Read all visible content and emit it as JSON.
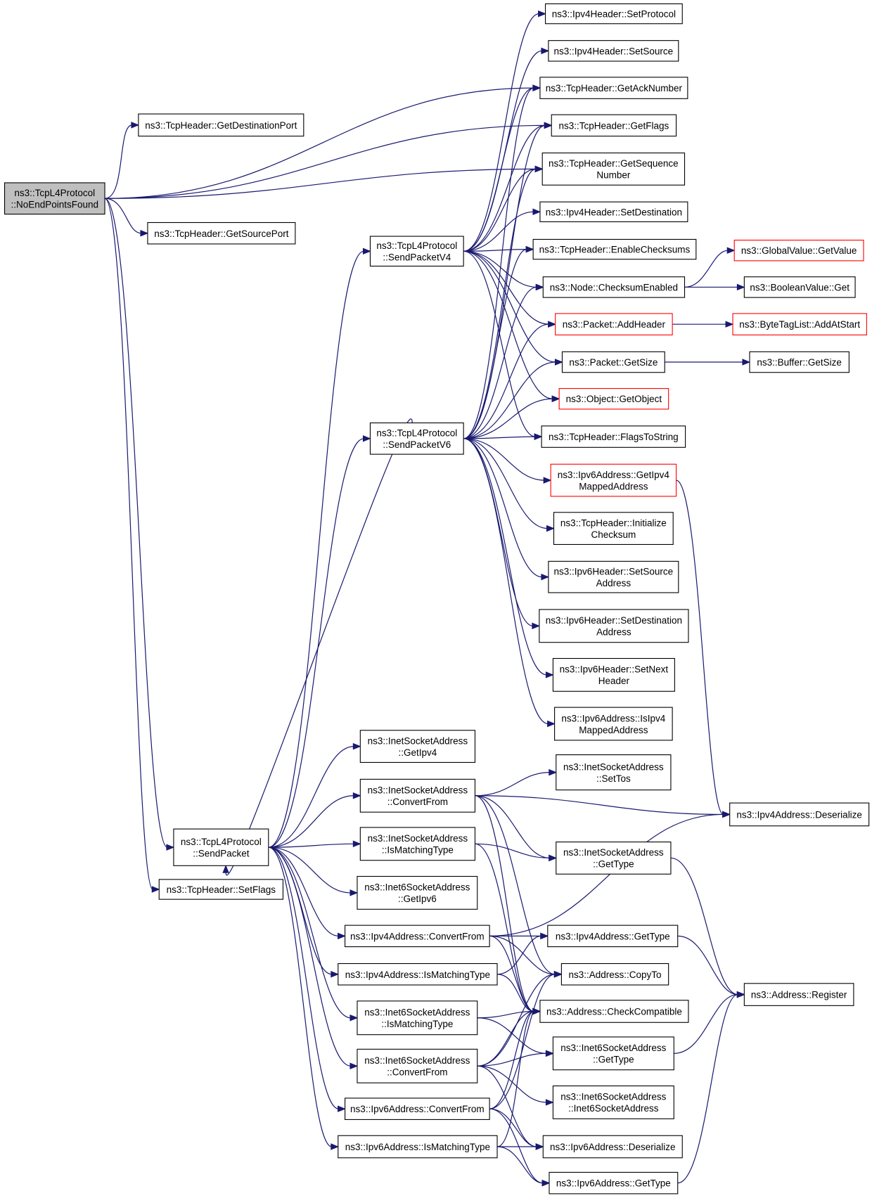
{
  "graph": {
    "nodes": [
      {
        "id": "root",
        "lines": [
          "ns3::TcpL4Protocol",
          "::NoEndPointsFound"
        ],
        "style": "root"
      },
      {
        "id": "getDestPort",
        "lines": [
          "ns3::TcpHeader::GetDestinationPort"
        ],
        "style": "normal"
      },
      {
        "id": "getSrcPort",
        "lines": [
          "ns3::TcpHeader::GetSourcePort"
        ],
        "style": "normal"
      },
      {
        "id": "setFlags",
        "lines": [
          "ns3::TcpHeader::SetFlags"
        ],
        "style": "normal"
      },
      {
        "id": "sendPacket",
        "lines": [
          "ns3::TcpL4Protocol",
          "::SendPacket"
        ],
        "style": "normal"
      },
      {
        "id": "sendV4",
        "lines": [
          "ns3::TcpL4Protocol",
          "::SendPacketV4"
        ],
        "style": "normal"
      },
      {
        "id": "sendV6",
        "lines": [
          "ns3::TcpL4Protocol",
          "::SendPacketV6"
        ],
        "style": "normal"
      },
      {
        "id": "ipv4SetProtocol",
        "lines": [
          "ns3::Ipv4Header::SetProtocol"
        ],
        "style": "normal"
      },
      {
        "id": "ipv4SetSource",
        "lines": [
          "ns3::Ipv4Header::SetSource"
        ],
        "style": "normal"
      },
      {
        "id": "getAck",
        "lines": [
          "ns3::TcpHeader::GetAckNumber"
        ],
        "style": "normal"
      },
      {
        "id": "getFlags",
        "lines": [
          "ns3::TcpHeader::GetFlags"
        ],
        "style": "normal"
      },
      {
        "id": "getSeq",
        "lines": [
          "ns3::TcpHeader::GetSequence",
          "Number"
        ],
        "style": "normal"
      },
      {
        "id": "ipv4SetDest",
        "lines": [
          "ns3::Ipv4Header::SetDestination"
        ],
        "style": "normal"
      },
      {
        "id": "enableCk",
        "lines": [
          "ns3::TcpHeader::EnableChecksums"
        ],
        "style": "normal"
      },
      {
        "id": "ckEnabled",
        "lines": [
          "ns3::Node::ChecksumEnabled"
        ],
        "style": "normal"
      },
      {
        "id": "globalGet",
        "lines": [
          "ns3::GlobalValue::GetValue"
        ],
        "style": "red"
      },
      {
        "id": "boolGet",
        "lines": [
          "ns3::BooleanValue::Get"
        ],
        "style": "normal"
      },
      {
        "id": "addHeader",
        "lines": [
          "ns3::Packet::AddHeader"
        ],
        "style": "red"
      },
      {
        "id": "addAtStart",
        "lines": [
          "ns3::ByteTagList::AddAtStart"
        ],
        "style": "red"
      },
      {
        "id": "pktGetSize",
        "lines": [
          "ns3::Packet::GetSize"
        ],
        "style": "normal"
      },
      {
        "id": "bufGetSize",
        "lines": [
          "ns3::Buffer::GetSize"
        ],
        "style": "normal"
      },
      {
        "id": "getObject",
        "lines": [
          "ns3::Object::GetObject"
        ],
        "style": "red"
      },
      {
        "id": "flagsToStr",
        "lines": [
          "ns3::TcpHeader::FlagsToString"
        ],
        "style": "normal"
      },
      {
        "id": "getIpv4Mapped",
        "lines": [
          "ns3::Ipv6Address::GetIpv4",
          "MappedAddress"
        ],
        "style": "red"
      },
      {
        "id": "initCk",
        "lines": [
          "ns3::TcpHeader::Initialize",
          "Checksum"
        ],
        "style": "normal"
      },
      {
        "id": "ipv6SetSrc",
        "lines": [
          "ns3::Ipv6Header::SetSource",
          "Address"
        ],
        "style": "normal"
      },
      {
        "id": "ipv6SetDst",
        "lines": [
          "ns3::Ipv6Header::SetDestination",
          "Address"
        ],
        "style": "normal"
      },
      {
        "id": "ipv6SetNext",
        "lines": [
          "ns3::Ipv6Header::SetNext",
          "Header"
        ],
        "style": "normal"
      },
      {
        "id": "isIpv4Mapped",
        "lines": [
          "ns3::Ipv6Address::IsIpv4",
          "MappedAddress"
        ],
        "style": "normal"
      },
      {
        "id": "inetGetIpv4",
        "lines": [
          "ns3::InetSocketAddress",
          "::GetIpv4"
        ],
        "style": "normal"
      },
      {
        "id": "inetConvert",
        "lines": [
          "ns3::InetSocketAddress",
          "::ConvertFrom"
        ],
        "style": "normal"
      },
      {
        "id": "inetSetTos",
        "lines": [
          "ns3::InetSocketAddress",
          "::SetTos"
        ],
        "style": "normal"
      },
      {
        "id": "ipv4Deser",
        "lines": [
          "ns3::Ipv4Address::Deserialize"
        ],
        "style": "normal"
      },
      {
        "id": "inetIsMatch",
        "lines": [
          "ns3::InetSocketAddress",
          "::IsMatchingType"
        ],
        "style": "normal"
      },
      {
        "id": "inetGetType",
        "lines": [
          "ns3::InetSocketAddress",
          "::GetType"
        ],
        "style": "normal"
      },
      {
        "id": "inet6GetIpv6",
        "lines": [
          "ns3::Inet6SocketAddress",
          "::GetIpv6"
        ],
        "style": "normal"
      },
      {
        "id": "ipv4Convert",
        "lines": [
          "ns3::Ipv4Address::ConvertFrom"
        ],
        "style": "normal"
      },
      {
        "id": "ipv4GetType",
        "lines": [
          "ns3::Ipv4Address::GetType"
        ],
        "style": "normal"
      },
      {
        "id": "ipv4IsMatch",
        "lines": [
          "ns3::Ipv4Address::IsMatchingType"
        ],
        "style": "normal"
      },
      {
        "id": "copyTo",
        "lines": [
          "ns3::Address::CopyTo"
        ],
        "style": "normal"
      },
      {
        "id": "register",
        "lines": [
          "ns3::Address::Register"
        ],
        "style": "normal"
      },
      {
        "id": "inet6IsMatch",
        "lines": [
          "ns3::Inet6SocketAddress",
          "::IsMatchingType"
        ],
        "style": "normal"
      },
      {
        "id": "checkCompat",
        "lines": [
          "ns3::Address::CheckCompatible"
        ],
        "style": "normal"
      },
      {
        "id": "inet6GetType",
        "lines": [
          "ns3::Inet6SocketAddress",
          "::GetType"
        ],
        "style": "normal"
      },
      {
        "id": "inet6Convert",
        "lines": [
          "ns3::Inet6SocketAddress",
          "::ConvertFrom"
        ],
        "style": "normal"
      },
      {
        "id": "inet6Ctor",
        "lines": [
          "ns3::Inet6SocketAddress",
          "::Inet6SocketAddress"
        ],
        "style": "normal"
      },
      {
        "id": "ipv6Convert",
        "lines": [
          "ns3::Ipv6Address::ConvertFrom"
        ],
        "style": "normal"
      },
      {
        "id": "ipv6Deser",
        "lines": [
          "ns3::Ipv6Address::Deserialize"
        ],
        "style": "normal"
      },
      {
        "id": "ipv6IsMatch",
        "lines": [
          "ns3::Ipv6Address::IsMatchingType"
        ],
        "style": "normal"
      },
      {
        "id": "ipv6GetType",
        "lines": [
          "ns3::Ipv6Address::GetType"
        ],
        "style": "normal"
      }
    ],
    "edges": [
      [
        "root",
        "getAck"
      ],
      [
        "root",
        "getDestPort"
      ],
      [
        "root",
        "getFlags"
      ],
      [
        "root",
        "getSeq"
      ],
      [
        "root",
        "getSrcPort"
      ],
      [
        "root",
        "sendPacket"
      ],
      [
        "root",
        "setFlags"
      ],
      [
        "sendV4",
        "ipv4SetProtocol"
      ],
      [
        "sendV4",
        "ipv4SetSource"
      ],
      [
        "sendV4",
        "getAck"
      ],
      [
        "sendV4",
        "getFlags"
      ],
      [
        "sendV4",
        "getSeq"
      ],
      [
        "sendV4",
        "ipv4SetDest"
      ],
      [
        "sendV4",
        "enableCk"
      ],
      [
        "sendV4",
        "ckEnabled"
      ],
      [
        "sendV4",
        "addHeader"
      ],
      [
        "sendV4",
        "pktGetSize"
      ],
      [
        "sendV4",
        "getObject"
      ],
      [
        "sendV4",
        "flagsToStr"
      ],
      [
        "sendV6",
        "getAck"
      ],
      [
        "sendV6",
        "getFlags"
      ],
      [
        "sendV6",
        "getSeq"
      ],
      [
        "sendV6",
        "enableCk"
      ],
      [
        "sendV6",
        "ckEnabled"
      ],
      [
        "sendV6",
        "addHeader"
      ],
      [
        "sendV6",
        "pktGetSize"
      ],
      [
        "sendV6",
        "getObject"
      ],
      [
        "sendV6",
        "flagsToStr"
      ],
      [
        "sendV6",
        "getIpv4Mapped"
      ],
      [
        "sendV6",
        "initCk"
      ],
      [
        "sendV6",
        "ipv6SetSrc"
      ],
      [
        "sendV6",
        "ipv6SetDst"
      ],
      [
        "sendV6",
        "ipv6SetNext"
      ],
      [
        "sendV6",
        "isIpv4Mapped"
      ],
      [
        "sendV6",
        "sendPacket"
      ],
      [
        "ckEnabled",
        "globalGet"
      ],
      [
        "ckEnabled",
        "boolGet"
      ],
      [
        "addHeader",
        "addAtStart"
      ],
      [
        "pktGetSize",
        "bufGetSize"
      ],
      [
        "getIpv4Mapped",
        "ipv4Deser"
      ],
      [
        "sendPacket",
        "sendV4"
      ],
      [
        "sendPacket",
        "sendV6"
      ],
      [
        "sendPacket",
        "inetGetIpv4"
      ],
      [
        "sendPacket",
        "inetConvert"
      ],
      [
        "sendPacket",
        "inetIsMatch"
      ],
      [
        "sendPacket",
        "inet6GetIpv6"
      ],
      [
        "sendPacket",
        "ipv4Convert"
      ],
      [
        "sendPacket",
        "ipv4IsMatch"
      ],
      [
        "sendPacket",
        "inet6IsMatch"
      ],
      [
        "sendPacket",
        "inet6Convert"
      ],
      [
        "sendPacket",
        "ipv6Convert"
      ],
      [
        "sendPacket",
        "ipv6IsMatch"
      ],
      [
        "inetConvert",
        "inetSetTos"
      ],
      [
        "inetConvert",
        "ipv4Deser"
      ],
      [
        "inetConvert",
        "inetGetType"
      ],
      [
        "inetConvert",
        "copyTo"
      ],
      [
        "inetConvert",
        "checkCompat"
      ],
      [
        "inetIsMatch",
        "inetGetType"
      ],
      [
        "inetIsMatch",
        "checkCompat"
      ],
      [
        "inetGetType",
        "register"
      ],
      [
        "ipv4Convert",
        "ipv4Deser"
      ],
      [
        "ipv4Convert",
        "ipv4GetType"
      ],
      [
        "ipv4Convert",
        "copyTo"
      ],
      [
        "ipv4Convert",
        "checkCompat"
      ],
      [
        "ipv4IsMatch",
        "ipv4GetType"
      ],
      [
        "ipv4IsMatch",
        "checkCompat"
      ],
      [
        "ipv4GetType",
        "register"
      ],
      [
        "inet6IsMatch",
        "checkCompat"
      ],
      [
        "inet6IsMatch",
        "inet6GetType"
      ],
      [
        "inet6GetType",
        "register"
      ],
      [
        "inet6Convert",
        "checkCompat"
      ],
      [
        "inet6Convert",
        "inet6GetType"
      ],
      [
        "inet6Convert",
        "copyTo"
      ],
      [
        "inet6Convert",
        "inet6Ctor"
      ],
      [
        "inet6Convert",
        "ipv6Deser"
      ],
      [
        "ipv6Convert",
        "copyTo"
      ],
      [
        "ipv6Convert",
        "checkCompat"
      ],
      [
        "ipv6Convert",
        "ipv6Deser"
      ],
      [
        "ipv6Convert",
        "ipv6GetType"
      ],
      [
        "ipv6IsMatch",
        "ipv6Deser"
      ],
      [
        "ipv6IsMatch",
        "ipv6GetType"
      ],
      [
        "ipv6IsMatch",
        "checkCompat"
      ],
      [
        "ipv6GetType",
        "register"
      ]
    ]
  }
}
